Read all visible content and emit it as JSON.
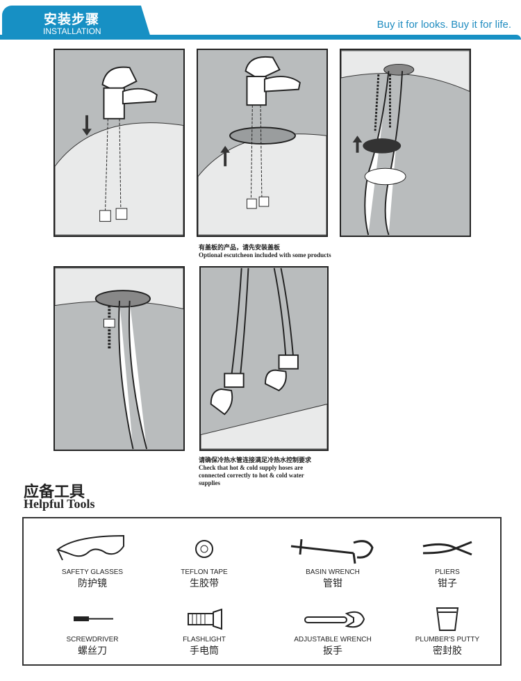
{
  "header": {
    "title_cn": "安装步骤",
    "title_en": "INSTALLATION",
    "slogan": "Buy it for looks. Buy it for life."
  },
  "steps": [
    {
      "caption_cn": "",
      "caption_en": ""
    },
    {
      "caption_cn": "有盖板的产品，请先安装盖板",
      "caption_en": "Optional escutcheon included with some products"
    },
    {
      "caption_cn": "",
      "caption_en": ""
    },
    {
      "caption_cn": "",
      "caption_en": ""
    },
    {
      "caption_cn": "请确保冷热水管连接满足冷热水控制要求",
      "caption_en_lines": [
        "Check that hot & cold supply hoses are",
        "connected correctly to hot & cold water",
        "supplies"
      ]
    }
  ],
  "tools": {
    "title_cn": "应备工具",
    "title_en": "Helpful Tools",
    "items": [
      {
        "en": "SAFETY GLASSES",
        "cn": "防护镜",
        "icon": "safety-glasses-icon"
      },
      {
        "en": "TEFLON TAPE",
        "cn": "生胶带",
        "icon": "teflon-tape-icon"
      },
      {
        "en": "BASIN WRENCH",
        "cn": "管钳",
        "icon": "basin-wrench-icon"
      },
      {
        "en": "PLIERS",
        "cn": "钳子",
        "icon": "pliers-icon"
      },
      {
        "en": "SCREWDRIVER",
        "cn": "螺丝刀",
        "icon": "screwdriver-icon"
      },
      {
        "en": "FLASHLIGHT",
        "cn": "手电筒",
        "icon": "flashlight-icon"
      },
      {
        "en": "ADJUSTABLE WRENCH",
        "cn": "扳手",
        "icon": "adjustable-wrench-icon"
      },
      {
        "en": "PLUMBER'S PUTTY",
        "cn": "密封胶",
        "icon": "plumbers-putty-icon"
      }
    ]
  }
}
